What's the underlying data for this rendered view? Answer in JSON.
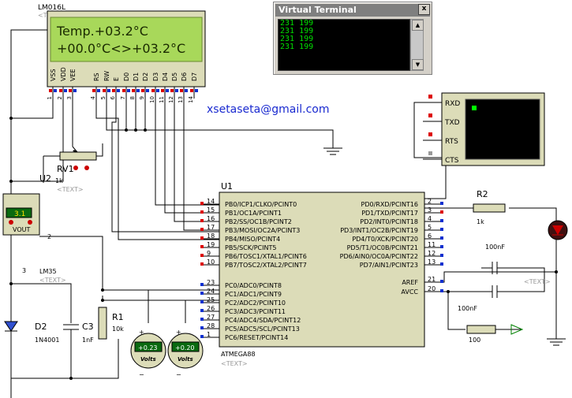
{
  "lcd": {
    "name": "LM016L",
    "ref_text": "<TEXT>",
    "line1": "Temp.+03.2°C",
    "line2": "+00.0°C<>+03.2°C",
    "pins": [
      "VSS",
      "VDD",
      "VEE",
      "RS",
      "RW",
      "E",
      "D0",
      "D1",
      "D2",
      "D3",
      "D4",
      "D5",
      "D6",
      "D7"
    ],
    "pin_numbers": [
      "1",
      "2",
      "3",
      "4",
      "5",
      "6",
      "7",
      "8",
      "9",
      "10",
      "11",
      "12",
      "13",
      "14"
    ]
  },
  "virtual_terminal": {
    "title": "Virtual Terminal",
    "close": "x",
    "lines": [
      "231 199",
      "231 199",
      "231 199",
      "231 199"
    ]
  },
  "email": "xsetaseta@gmail.com",
  "terminal_block": {
    "pins": [
      "RXD",
      "TXD",
      "RTS",
      "CTS"
    ]
  },
  "rv1": {
    "name": "RV1",
    "value": "1k"
  },
  "u2": {
    "name": "U2",
    "text": "<TEXT>",
    "display": "3.1",
    "vout": "VOUT",
    "pin2": "2",
    "pin3": "3",
    "part": "LM35",
    "text2": "<TEXT>"
  },
  "u1": {
    "name": "U1",
    "part": "ATMEGA88",
    "text": "<TEXT>",
    "left_pins": [
      {
        "num": "14",
        "label": "PB0/ICP1/CLKO/PCINT0"
      },
      {
        "num": "15",
        "label": "PB1/OC1A/PCINT1"
      },
      {
        "num": "16",
        "label": "PB2/SS/OC1B/PCINT2"
      },
      {
        "num": "17",
        "label": "PB3/MOSI/OC2A/PCINT3"
      },
      {
        "num": "18",
        "label": "PB4/MISO/PCINT4"
      },
      {
        "num": "19",
        "label": "PB5/SCK/PCINT5"
      },
      {
        "num": "9",
        "label": "PB6/TOSC1/XTAL1/PCINT6"
      },
      {
        "num": "10",
        "label": "PB7/TOSC2/XTAL2/PCINT7"
      },
      {
        "num": "23",
        "label": "PC0/ADC0/PCINT8"
      },
      {
        "num": "24",
        "label": "PC1/ADC1/PCINT9"
      },
      {
        "num": "25",
        "label": "PC2/ADC2/PCINT10"
      },
      {
        "num": "26",
        "label": "PC3/ADC3/PCINT11"
      },
      {
        "num": "27",
        "label": "PC4/ADC4/SDA/PCINT12"
      },
      {
        "num": "28",
        "label": "PC5/ADC5/SCL/PCINT13"
      },
      {
        "num": "1",
        "label": "PC6/RESET/PCINT14"
      }
    ],
    "right_pins": [
      {
        "num": "2",
        "label": "PD0/RXD/PCINT16"
      },
      {
        "num": "3",
        "label": "PD1/TXD/PCINT17"
      },
      {
        "num": "4",
        "label": "PD2/INT0/PCINT18"
      },
      {
        "num": "5",
        "label": "PD3/INT1/OC2B/PCINT19"
      },
      {
        "num": "6",
        "label": "PD4/T0/XCK/PCINT20"
      },
      {
        "num": "11",
        "label": "PD5/T1/OC0B/PCINT21"
      },
      {
        "num": "12",
        "label": "PD6/AIN0/OC0A/PCINT22"
      },
      {
        "num": "13",
        "label": "PD7/AIN1/PCINT23"
      },
      {
        "num": "21",
        "label": "AREF"
      },
      {
        "num": "20",
        "label": "AVCC"
      }
    ]
  },
  "r2": {
    "name": "R2",
    "value": "1k"
  },
  "cap_aref": {
    "value": "100nF",
    "text": "<TEXT>"
  },
  "cap_avcc": {
    "value": "100nF"
  },
  "r100": {
    "value": "100"
  },
  "r1": {
    "name": "R1",
    "value": "10k"
  },
  "d2": {
    "name": "D2",
    "part": "1N4001"
  },
  "c3": {
    "name": "C3",
    "value": "1nF"
  },
  "voltmeter1": {
    "reading": "+0.23",
    "unit": "Volts"
  },
  "voltmeter2": {
    "reading": "+0.20",
    "unit": "Volts"
  },
  "plus": "+",
  "minus": "−"
}
